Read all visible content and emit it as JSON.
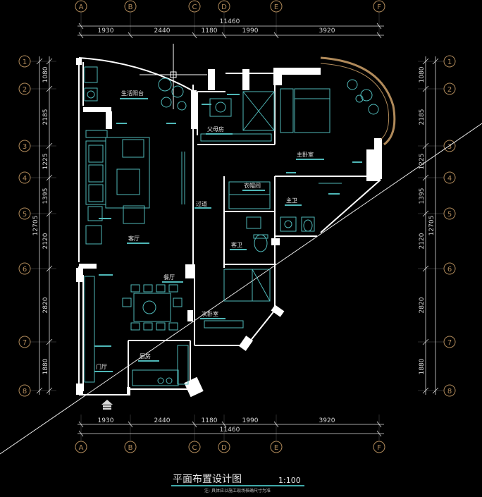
{
  "drawing": {
    "title": "平面布置设计图",
    "scale": "1:100",
    "note": "注: 具体应以施工现场核确尺寸为准",
    "total_width": "11460",
    "total_height": "12705",
    "horizontal_dims": [
      "1930",
      "2440",
      "1180",
      "1990",
      "3920"
    ],
    "vertical_dims": [
      "1080",
      "2185",
      "1225",
      "1395",
      "2120",
      "2820",
      "1880"
    ],
    "column_axes": [
      "A",
      "B",
      "C",
      "D",
      "E",
      "F"
    ],
    "row_axes": [
      "1",
      "2",
      "3",
      "4",
      "5",
      "6",
      "7",
      "8"
    ],
    "rooms": {
      "balcony": "生活阳台",
      "parents_room": "父母房",
      "master_bedroom": "主卧室",
      "walk_in_closet": "衣帽间",
      "master_bath": "主卫",
      "corridor": "过道",
      "living_room": "客厅",
      "guest_bath": "客卫",
      "dining_room": "餐厅",
      "second_bedroom": "次卧室",
      "kitchen": "厨房",
      "entrance": "门厅"
    },
    "colors": {
      "background": "#000000",
      "walls": "#ffffff",
      "furniture": "#4fb8b8",
      "dimensions": "#d9d9d9",
      "axis_bubbles": "#b08a5a",
      "title_underline": "#3fa9a9"
    }
  }
}
